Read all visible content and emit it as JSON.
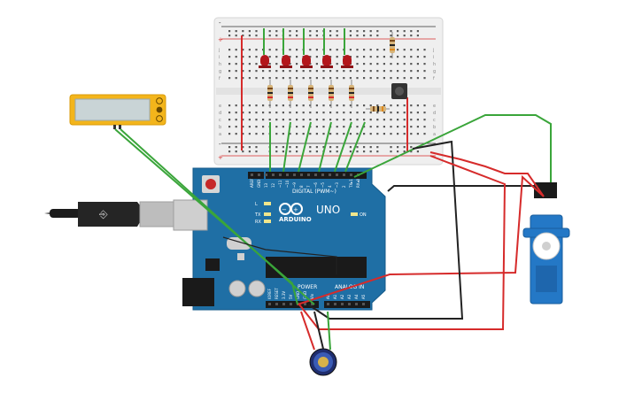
{
  "arduino": {
    "model": "UNO",
    "brand": "ARDUINO",
    "digital_header": "DIGITAL (PWM~)",
    "power_header": "POWER",
    "analog_header": "ANALOG IN",
    "led_labels": [
      "L",
      "TX",
      "RX"
    ],
    "on_label": "ON",
    "aref": "AREF",
    "gnd": "GND",
    "digital_pins": [
      "13",
      "12",
      "~11",
      "~10",
      "~9",
      "8",
      "7",
      "~6",
      "~5",
      "4",
      "~3",
      "2",
      "TX▸1",
      "RX◂0"
    ],
    "power_pins": [
      "IOREF",
      "RESET",
      "3.3V",
      "5V",
      "GND",
      "GND",
      "Vin"
    ],
    "analog_pins": [
      "A0",
      "A1",
      "A2",
      "A3",
      "A4",
      "A5"
    ]
  },
  "breadboard": {
    "columns": 30,
    "row_letters_top": [
      "j",
      "i",
      "h",
      "g",
      "f"
    ],
    "row_letters_bottom": [
      "e",
      "d",
      "c",
      "b",
      "a"
    ],
    "rail_plus": "+",
    "rail_minus": "-"
  },
  "components": {
    "leds": 5,
    "resistors": 7,
    "pushbutton": 1,
    "potentiometer": 1,
    "servo": 1,
    "lcd_display": 1,
    "usb_cable": 1
  },
  "colors": {
    "arduino_board": "#1f6fa5",
    "breadboard": "#eeeeee",
    "wire_green": "#3aa53a",
    "wire_red": "#d62b2b",
    "wire_black": "#222222",
    "led_red": "#b3161b",
    "servo_blue": "#2478c6",
    "lcd_frame": "#f3b51b",
    "lcd_screen": "#c9d4d6"
  }
}
